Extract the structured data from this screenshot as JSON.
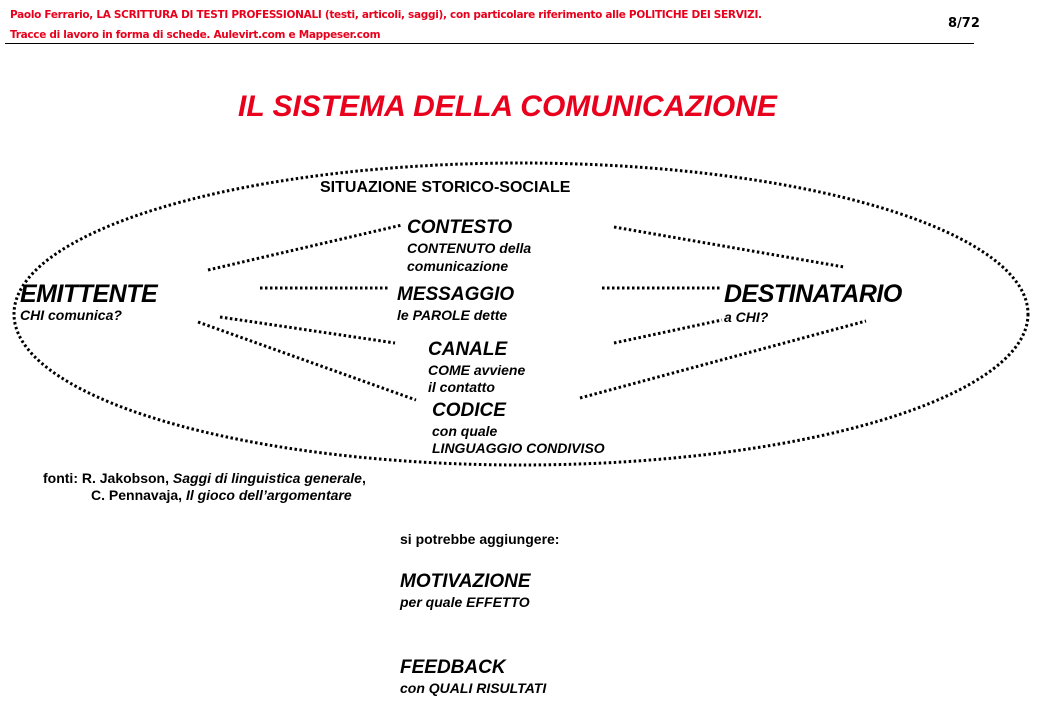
{
  "header": {
    "line1": "Paolo Ferrario, LA SCRITTURA  DI TESTI PROFESSIONALI (testi, articoli, saggi), con particolare riferimento alle POLITICHE DEI SERVIZI.",
    "line2": "Tracce di lavoro in forma di schede. Aulevirt.com e Mappeser.com",
    "page": "8/72"
  },
  "title": "IL SISTEMA DELLA COMUNICAZIONE",
  "situazione": "SITUAZIONE STORICO-SOCIALE",
  "emittente": {
    "label": "EMITTENTE",
    "sub": "CHI comunica?"
  },
  "destinatario": {
    "label": "DESTINATARIO",
    "sub": "a CHI?"
  },
  "contesto": {
    "label": "CONTESTO",
    "sub1": "CONTENUTO della",
    "sub2": "comunicazione"
  },
  "messaggio": {
    "label": "MESSAGGIO",
    "sub": "le PAROLE dette"
  },
  "canale": {
    "label": "CANALE",
    "sub1": "COME avviene",
    "sub2": "il contatto"
  },
  "codice": {
    "label": "CODICE",
    "sub1": "con quale",
    "sub2": "LINGUAGGIO CONDIVISO"
  },
  "fonti": {
    "prefix": "fonti: R. Jakobson, ",
    "book1": "Saggi di linguistica  generale",
    "sep": ",",
    "author2": "C. Pennavaja, ",
    "book2": "Il gioco  dell’argomentare"
  },
  "aggiungere": "si potrebbe aggiungere:",
  "motivazione": {
    "label": "MOTIVAZIONE",
    "sub": "per quale EFFETTO"
  },
  "feedback": {
    "label": "FEEDBACK",
    "sub": "con QUALI  RISULTATI"
  },
  "colors": {
    "accent": "#e8001c"
  }
}
